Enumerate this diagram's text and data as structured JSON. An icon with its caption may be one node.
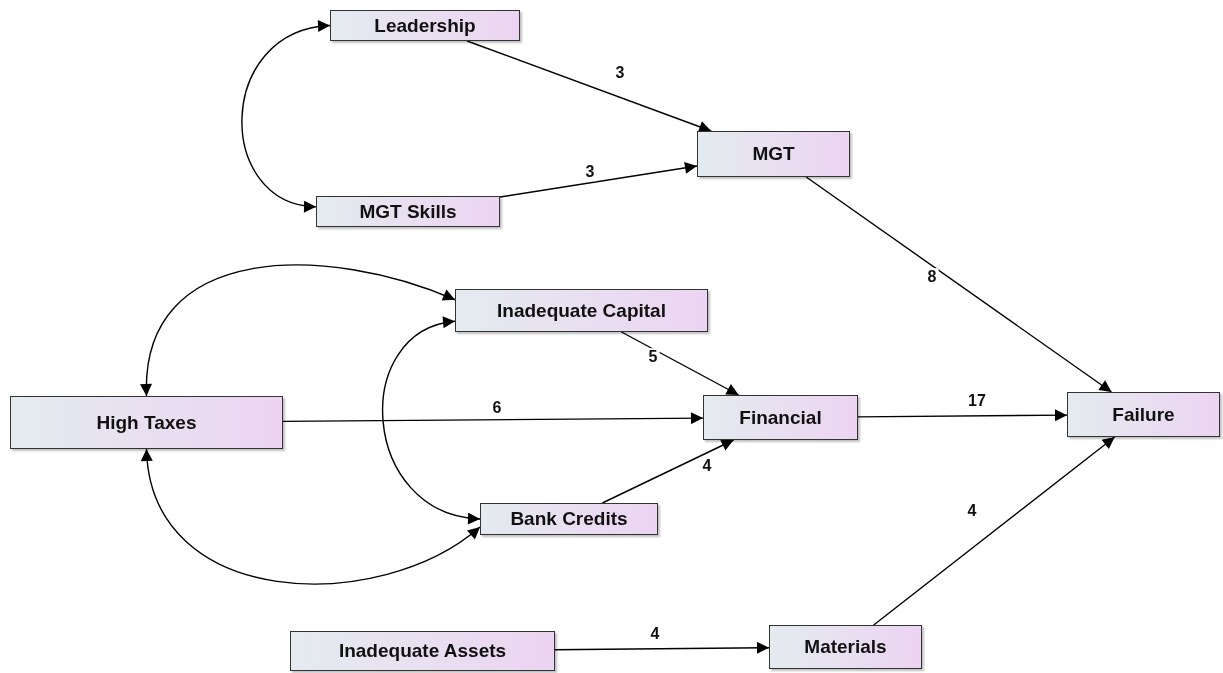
{
  "diagram": {
    "nodes": [
      {
        "text": [
          "Leadership"
        ]
      },
      {
        "text": [
          "MGT"
        ]
      },
      {
        "text": [
          "MGT Skills"
        ]
      },
      {
        "text": [
          "Inadequate Capital"
        ]
      },
      {
        "text": [
          "High Taxes"
        ]
      },
      {
        "text": [
          "Financial"
        ]
      },
      {
        "text": [
          "Failure"
        ]
      },
      {
        "text": [
          "Bank Credits"
        ]
      },
      {
        "text": [
          "Inadequate Assets"
        ]
      },
      {
        "text": [
          "Materials"
        ]
      }
    ],
    "edges": [
      {
        "from": 0,
        "to": 1,
        "arrow": "to",
        "label": "3"
      },
      {
        "from": 2,
        "to": 1,
        "arrow": "to",
        "label": "3"
      },
      {
        "from": 0,
        "to": 2,
        "arrow": "both"
      },
      {
        "from": 1,
        "to": 6,
        "arrow": "to",
        "label": "8"
      },
      {
        "from": 4,
        "to": 3,
        "arrow": "both"
      },
      {
        "from": 3,
        "to": 7,
        "arrow": "both"
      },
      {
        "from": 4,
        "to": 7,
        "arrow": "both"
      },
      {
        "from": 3,
        "to": 5,
        "arrow": "to",
        "label": "5"
      },
      {
        "from": 4,
        "to": 5,
        "arrow": "to",
        "label": "6"
      },
      {
        "from": 7,
        "to": 5,
        "arrow": "to",
        "label": "4"
      },
      {
        "from": 5,
        "to": 6,
        "arrow": "to",
        "label": "17"
      },
      {
        "from": 9,
        "to": 6,
        "arrow": "to",
        "label": "4"
      },
      {
        "from": 8,
        "to": 9,
        "arrow": "to",
        "label": "4"
      }
    ]
  }
}
